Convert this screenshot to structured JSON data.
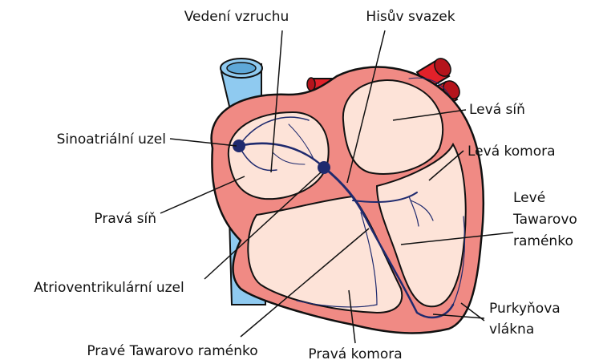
{
  "colors": {
    "heart_wall": "#f08a84",
    "heart_outline": "#111111",
    "chamber_fill": "#fde3d8",
    "vein": "#8fcaf0",
    "artery": "#e2212a",
    "conduction": "#1f2a6e"
  },
  "labels": {
    "vedeni_vzruchu": "Vedení vzruchu",
    "hisuv_svazek": "Hisův svazek",
    "leva_sin": "Levá síň",
    "leva_komora": "Levá komora",
    "leve_tawarovo_1": "Levé",
    "leve_tawarovo_2": "Tawarovo",
    "leve_tawarovo_3": "raménko",
    "sinoatrialni_uzel": "Sinoatriální uzel",
    "prava_sin": "Pravá síň",
    "atrioventrikularni_uzel": "Atrioventrikulární uzel",
    "purkynova_1": "Purkyňova",
    "purkynova_2": "vlákna",
    "prave_tawarovo": "Pravé Tawarovo raménko",
    "prava_komora": "Pravá komora"
  }
}
